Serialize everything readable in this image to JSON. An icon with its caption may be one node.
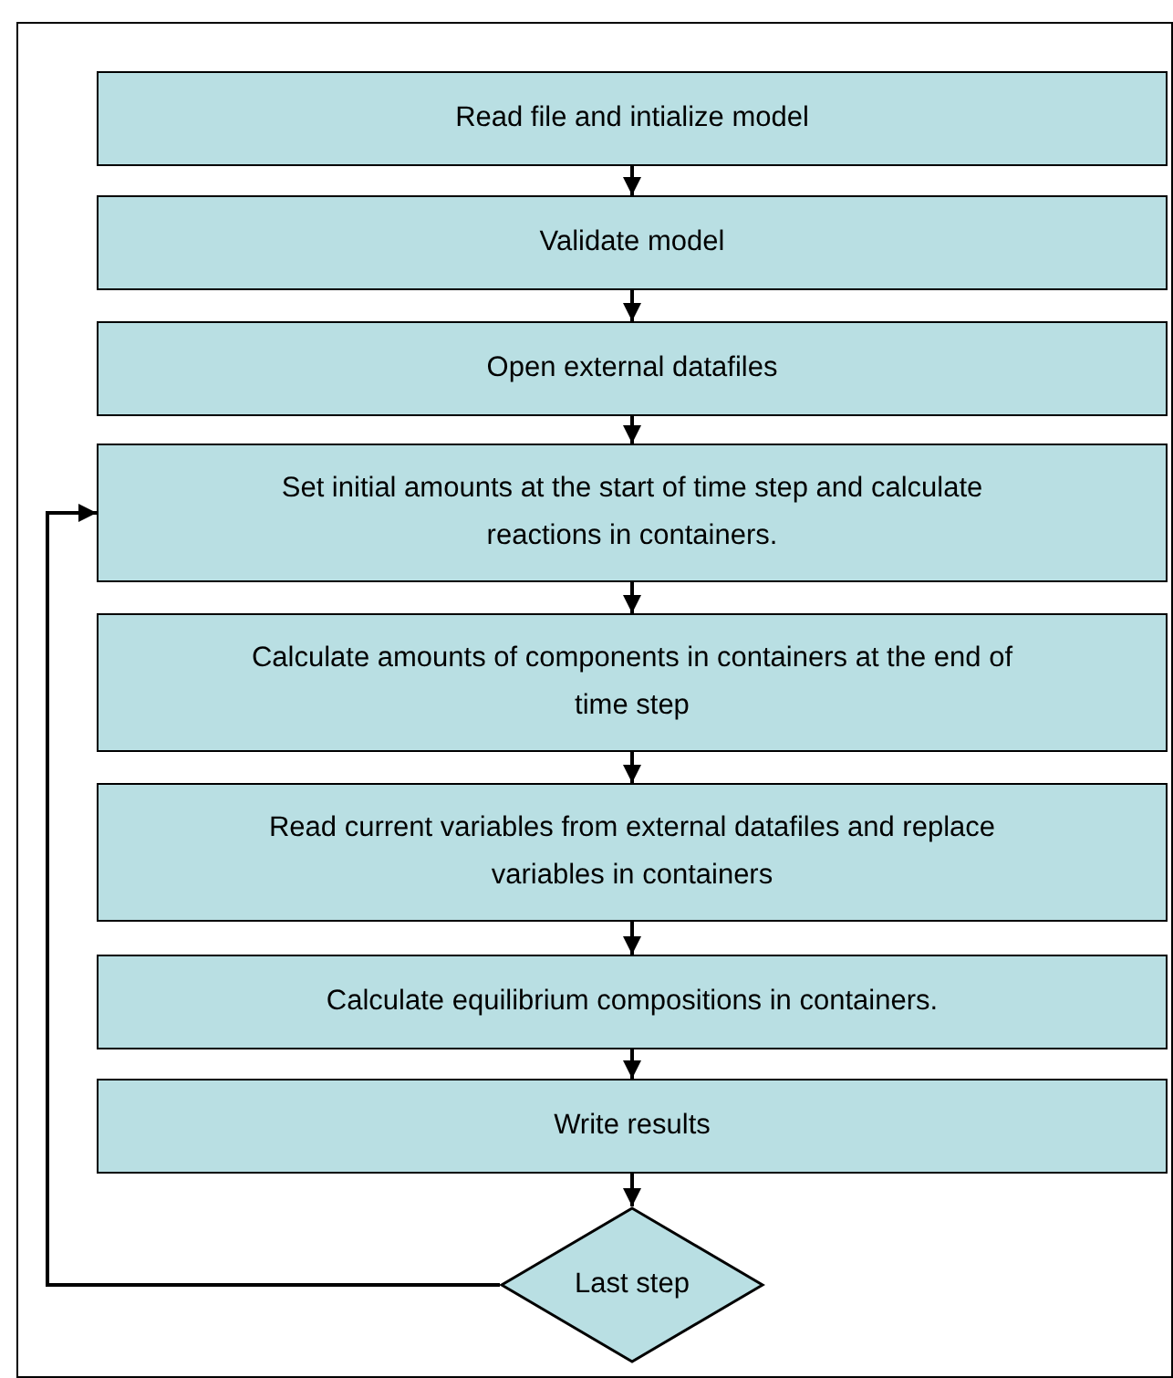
{
  "diagram": {
    "nodes": [
      {
        "text": [
          "Read file and intialize model"
        ]
      },
      {
        "text": [
          "Validate model"
        ]
      },
      {
        "text": [
          "Open external datafiles"
        ]
      },
      {
        "text": [
          "Set initial amounts at the start of time step and calculate reactions in containers."
        ]
      },
      {
        "text": [
          "Calculate amounts of components in containers at the end of time step"
        ]
      },
      {
        "text": [
          "Read current variables from external datafiles and replace variables in containers"
        ]
      },
      {
        "text": [
          "Calculate equilibrium compositions in containers."
        ]
      },
      {
        "text": [
          "Write results"
        ]
      },
      {
        "text": [
          "Last step"
        ]
      }
    ],
    "edges": [
      {
        "from": 0,
        "to": 1,
        "arrow": "to"
      },
      {
        "from": 1,
        "to": 2,
        "arrow": "to"
      },
      {
        "from": 2,
        "to": 3,
        "arrow": "to"
      },
      {
        "from": 3,
        "to": 4,
        "arrow": "to"
      },
      {
        "from": 4,
        "to": 5,
        "arrow": "to"
      },
      {
        "from": 5,
        "to": 6,
        "arrow": "to"
      },
      {
        "from": 6,
        "to": 7,
        "arrow": "to"
      },
      {
        "from": 7,
        "to": 8,
        "arrow": "to"
      },
      {
        "from": 8,
        "to": 3,
        "arrow": "to"
      }
    ]
  }
}
